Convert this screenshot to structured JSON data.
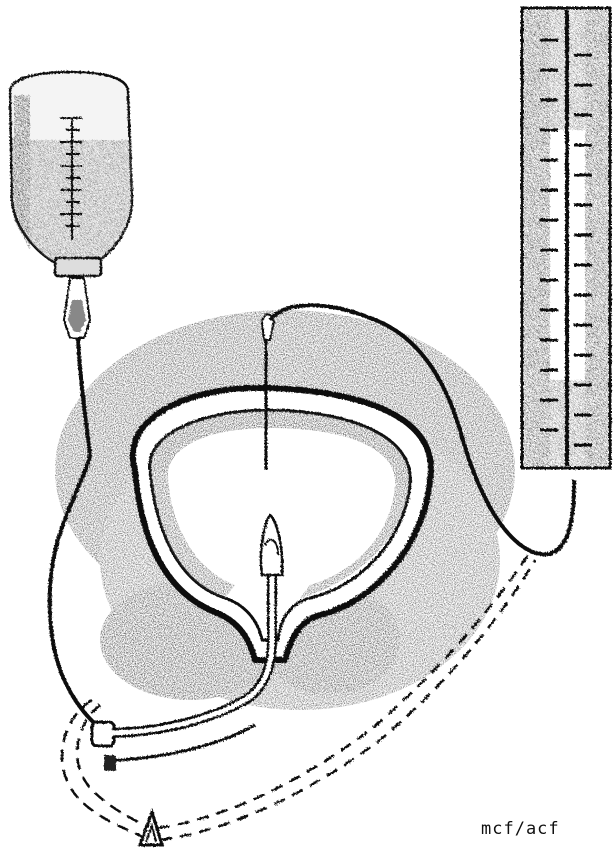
{
  "illustration": {
    "signature": "mcf/acf",
    "components": [
      "infusion-bottle",
      "drip-chamber",
      "infusion-tubing",
      "bladder",
      "urethral-catheter",
      "three-way-connector",
      "manometer-tube",
      "manometer-scale",
      "suprapubic-needle",
      "drainage-tubing-dashed"
    ],
    "colors": {
      "ink": "#111111",
      "shading": "#3a3a3a",
      "background": "#ffffff"
    }
  }
}
